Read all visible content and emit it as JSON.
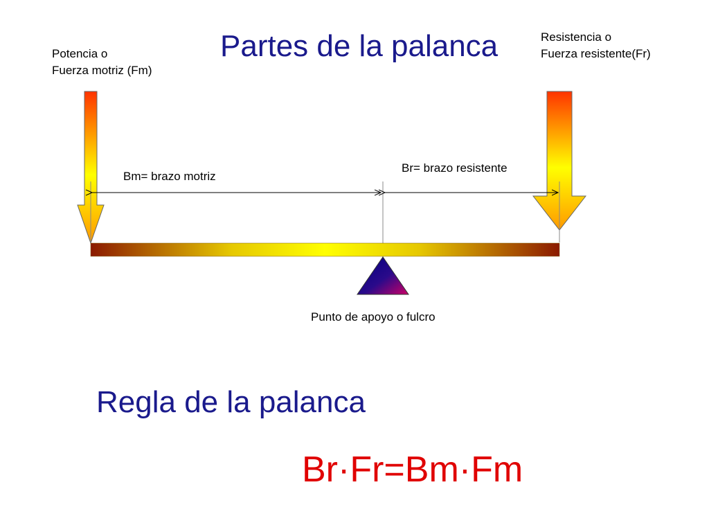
{
  "title": "Partes de la palanca",
  "potencia": {
    "line1": "Potencia o",
    "line2": "Fuerza motriz (Fm)"
  },
  "resistencia": {
    "line1": "Resistencia o",
    "line2": "Fuerza resistente(Fr)"
  },
  "brazo_motriz": "Bm= brazo motriz",
  "brazo_resistente": "Br= brazo resistente",
  "fulcro": "Punto de apoyo o fulcro",
  "regla_title": "Regla de la palanca",
  "formula": "Br·Fr=Bm·Fm",
  "colors": {
    "title": "#1a1a8c",
    "formula": "#e00000",
    "arrow_top": "#ff3300",
    "arrow_mid": "#ffff00",
    "arrow_bottom": "#ff9900",
    "lever_edge": "#8b1a00",
    "lever_center": "#ffff00",
    "fulcrum_a": "#000080",
    "fulcrum_b": "#cc0066"
  }
}
